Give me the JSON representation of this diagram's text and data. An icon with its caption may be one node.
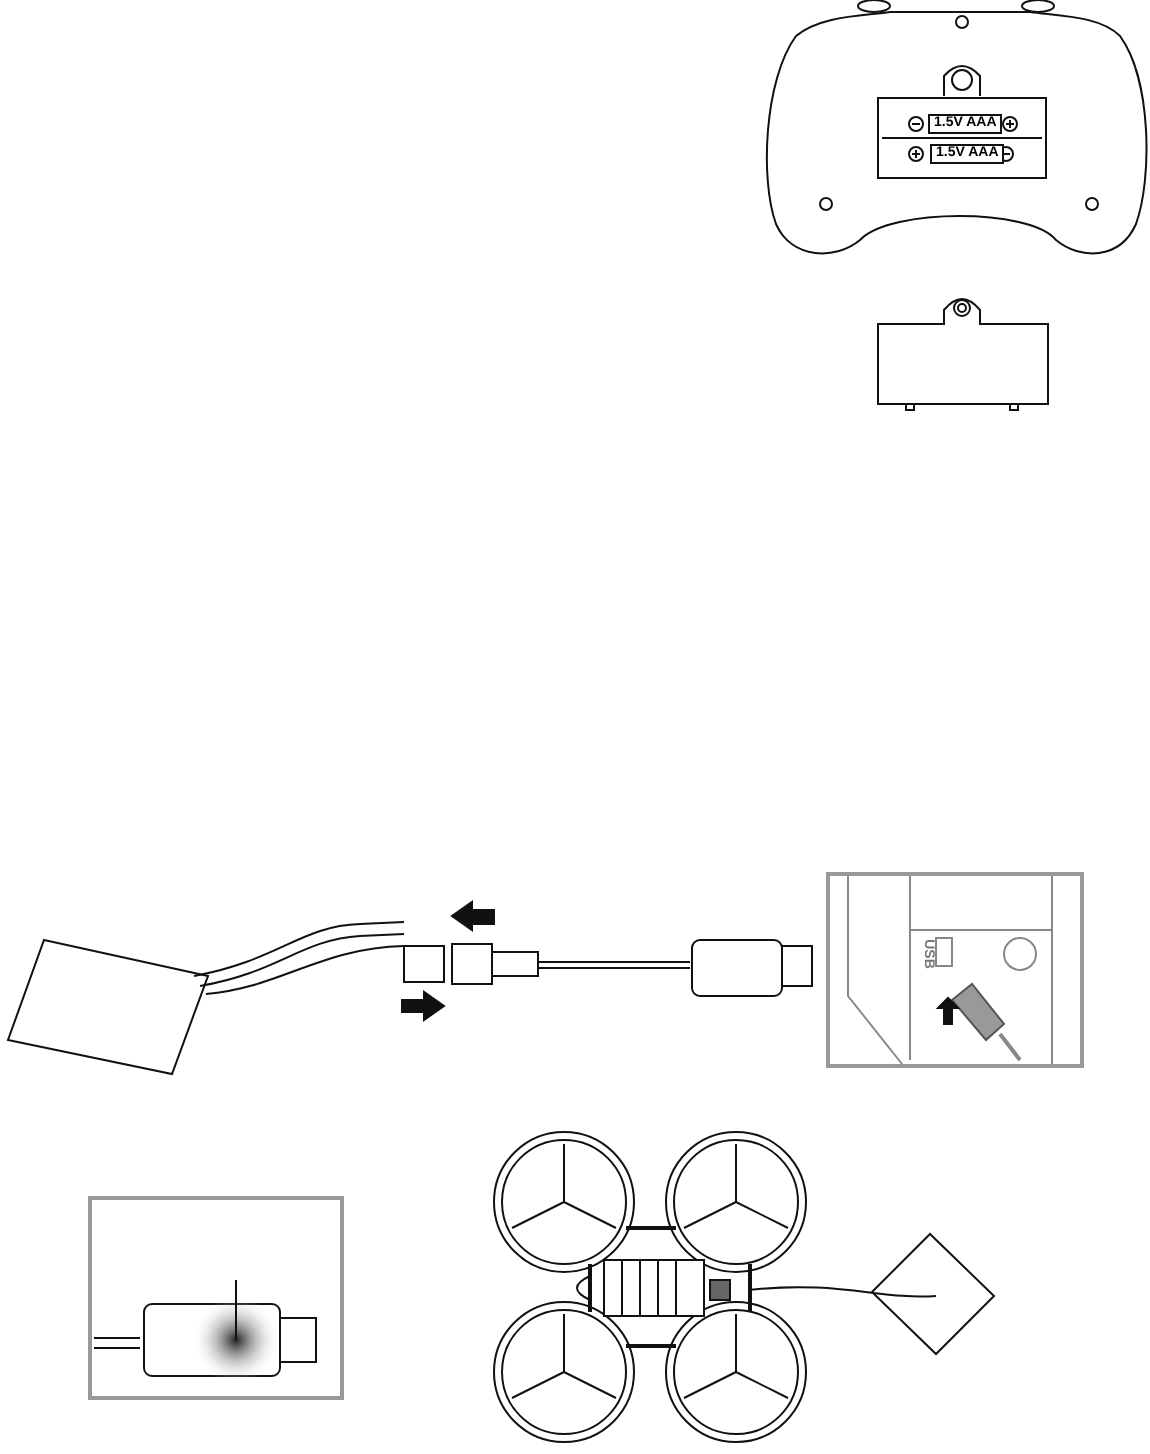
{
  "diagram": {
    "labels": [
      "1.5V AAA",
      "1.5V AAA",
      "USB"
    ]
  }
}
